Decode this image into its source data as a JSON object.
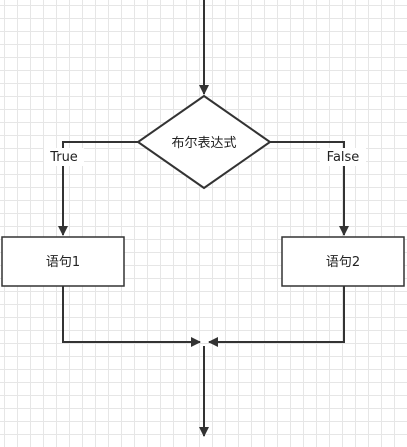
{
  "diagram": {
    "condition": "布尔表达式",
    "true_label": "True",
    "false_label": "False",
    "statement1": "语句1",
    "statement2": "语句2",
    "colors": {
      "line": "#333333",
      "fill": "#ffffff",
      "grid": "#e6e6e6"
    }
  }
}
